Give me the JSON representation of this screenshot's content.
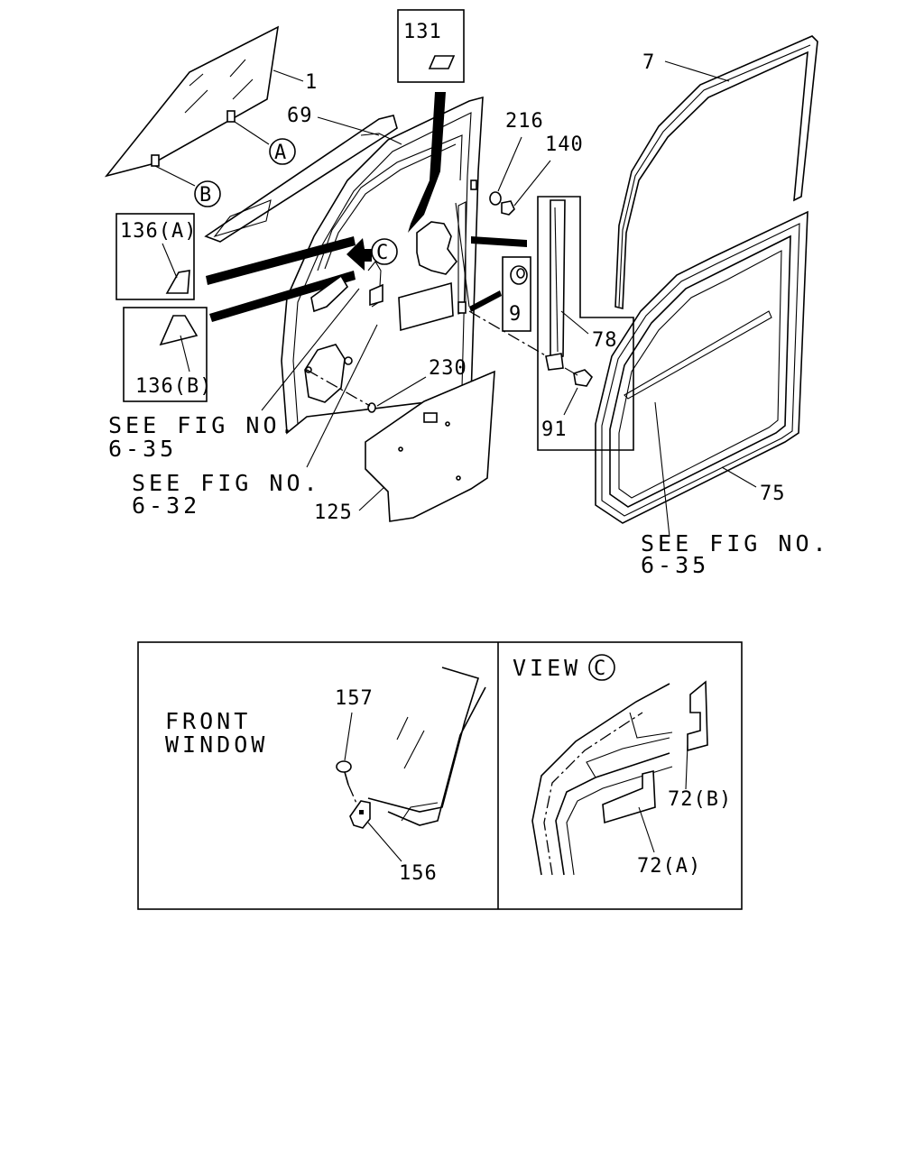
{
  "labels": {
    "p1": "1",
    "p7": "7",
    "p9": "9",
    "p69": "69",
    "p72a": "72(A)",
    "p72b": "72(B)",
    "p75": "75",
    "p78": "78",
    "p91": "91",
    "p125": "125",
    "p131": "131",
    "p136a": "136(A)",
    "p136b": "136(B)",
    "p140": "140",
    "p156": "156",
    "p157": "157",
    "p216": "216",
    "p230": "230",
    "ref_a": "A",
    "ref_b": "B",
    "ref_c": "C"
  },
  "references": {
    "see_fig_1_line1": "SEE FIG NO.",
    "see_fig_1_line2": "6-35",
    "see_fig_2_line1": "SEE FIG NO.",
    "see_fig_2_line2": "6-32",
    "see_fig_3_line1": "SEE FIG NO.",
    "see_fig_3_line2": "6-35"
  },
  "insets": {
    "front_window_line1": "FRONT",
    "front_window_line2": "WINDOW",
    "view_label": "VIEW",
    "view_ref": "C"
  }
}
